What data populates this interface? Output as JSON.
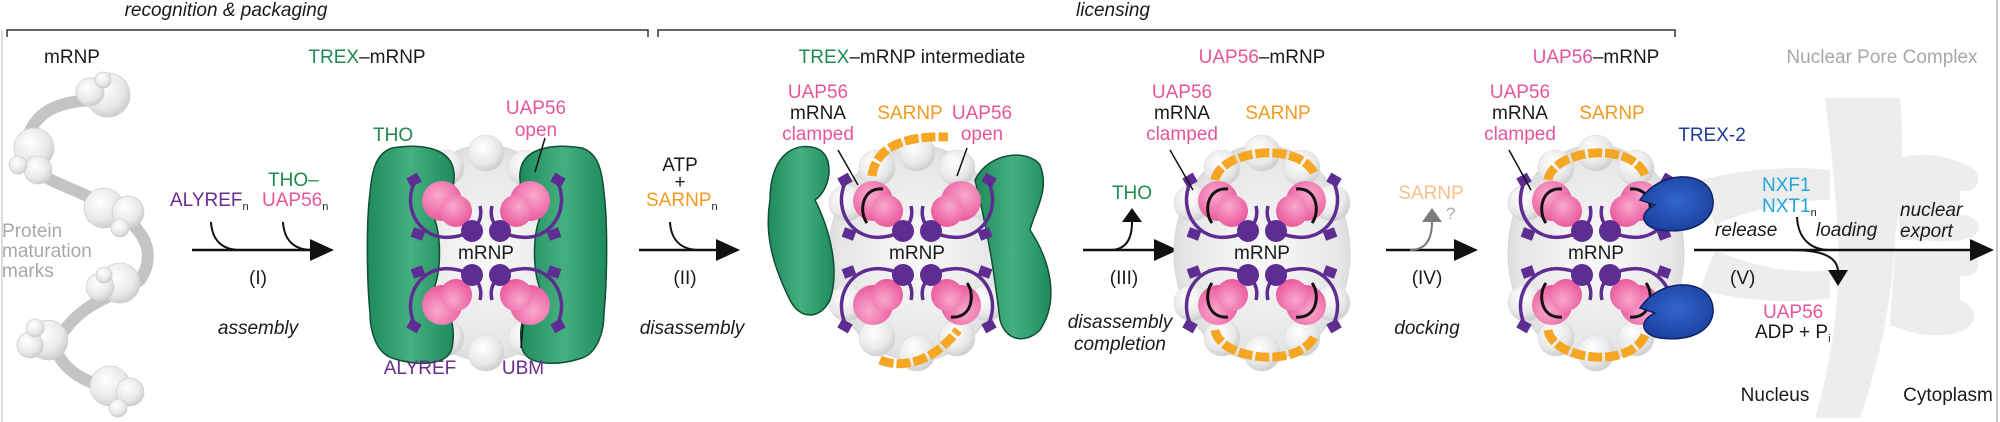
{
  "phases": {
    "recognition": "recognition & packaging",
    "licensing": "licensing"
  },
  "stages": [
    {
      "title_plain": "mRNP"
    },
    {
      "title_colored": "TREX",
      "title_rest": "–mRNP"
    },
    {
      "title_colored": "TREX",
      "title_rest": "–mRNP intermediate"
    },
    {
      "title_colored": "UAP56",
      "title_rest": "–mRNP"
    },
    {
      "title_colored": "UAP56",
      "title_rest": "–mRNP"
    },
    {
      "title_plain": "Nuclear Pore Complex"
    }
  ],
  "stage1": {
    "note_lines": [
      "Protein",
      "maturation",
      "marks"
    ]
  },
  "step1": {
    "input_a": "ALYREF",
    "input_a_sub": "n",
    "input_b_top": "THO–",
    "input_b": "UAP56",
    "input_b_sub": "n",
    "numeral": "(I)",
    "label": "assembly"
  },
  "stage2": {
    "tho": "THO",
    "uap56": "UAP56",
    "uap56_state": "open",
    "core": "mRNP",
    "alyref": "ALYREF",
    "ubm": "UBM"
  },
  "step2": {
    "input_top": "ATP",
    "plus": "+",
    "input": "SARNP",
    "input_sub": "n",
    "numeral": "(II)",
    "label": "disassembly"
  },
  "stage3": {
    "left_label": [
      "UAP56",
      "mRNA",
      "clamped"
    ],
    "sarnp": "SARNP",
    "right_label": [
      "UAP56",
      "open"
    ],
    "core": "mRNP"
  },
  "step3": {
    "output": "THO",
    "numeral": "(III)",
    "label_lines": [
      "disassembly",
      "completion"
    ]
  },
  "stage4": {
    "left_label": [
      "UAP56",
      "mRNA",
      "clamped"
    ],
    "sarnp": "SARNP",
    "core": "mRNP"
  },
  "step4": {
    "output": "SARNP",
    "question": "?",
    "numeral": "(IV)",
    "label": "docking"
  },
  "stage5": {
    "left_label": [
      "UAP56",
      "mRNA",
      "clamped"
    ],
    "sarnp": "SARNP",
    "trex2": "TREX-2",
    "core": "mRNP"
  },
  "step5": {
    "input_lines": [
      "NXF1",
      "NXT1"
    ],
    "input_sub": "n",
    "release": "release",
    "loading": "loading",
    "export_lines": [
      "nuclear",
      "export"
    ],
    "numeral": "(V)",
    "output": "UAP56",
    "output2": "ADP + P",
    "output2_sub": "i"
  },
  "compartments": {
    "nucleus": "Nucleus",
    "cytoplasm": "Cytoplasm"
  },
  "colors": {
    "tho_green": "#2a9a68",
    "uap56_pink": "#ee6aa8",
    "alyref_purple": "#5e2d91",
    "sarnp_orange": "#f5a623",
    "trex2_blue": "#1f4fb4",
    "nxf1_cyan": "#1ea6dd",
    "mrnp_grey": "#e4e4e4"
  }
}
